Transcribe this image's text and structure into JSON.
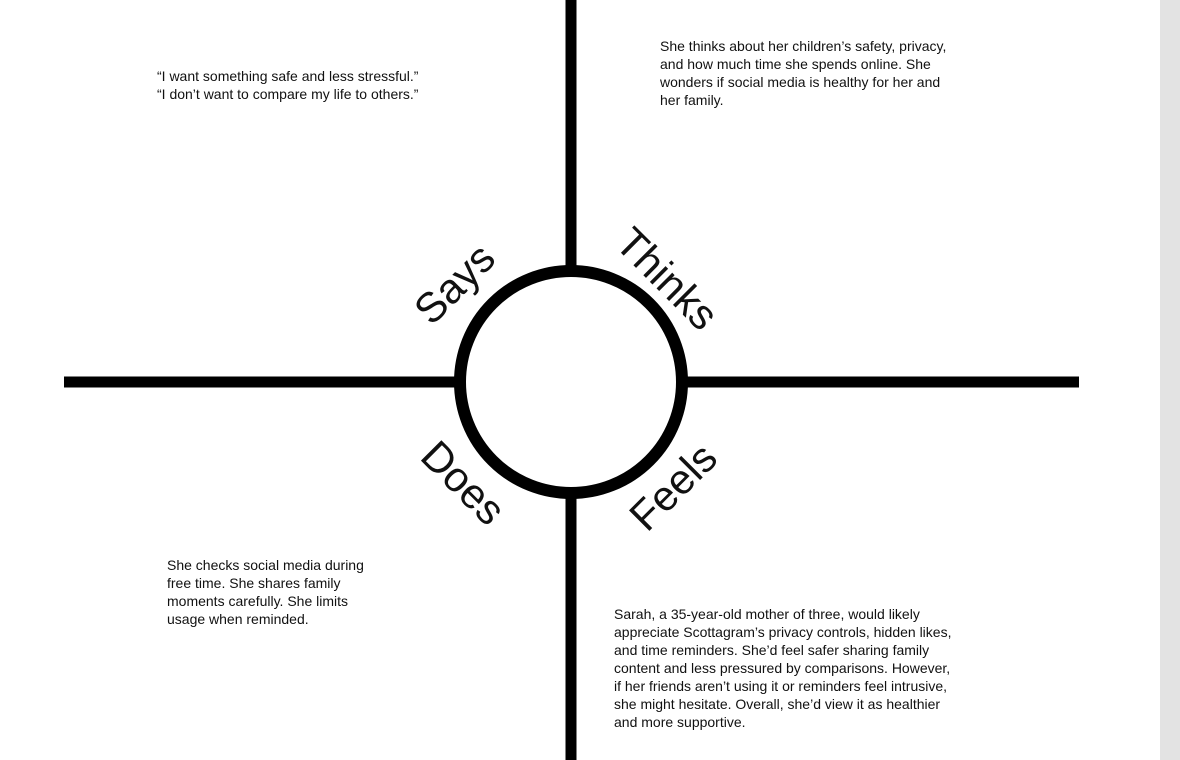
{
  "labels": {
    "says": "Says",
    "thinks": "Thinks",
    "does": "Does",
    "feels": "Feels"
  },
  "says_text": "“I want something safe and less stressful.”\n “I don’t want to compare my life to others.”",
  "thinks_text": "She thinks about her children’s safety, privacy,\nand how much time she spends online. She\nwonders if social media is healthy for her and\nher family.",
  "does_text": "She checks social media during\nfree time. She shares family\nmoments carefully. She limits\nusage when reminded.",
  "feels_text": "Sarah, a 35-year-old mother of three, would likely\nappreciate Scottagram’s privacy controls, hidden likes,\nand time reminders. She’d feel safer sharing family\ncontent and less pressured by comparisons. However,\nif her friends aren’t using it or reminders feel intrusive,\nshe might hesitate. Overall, she’d view it as healthier\nand more supportive."
}
